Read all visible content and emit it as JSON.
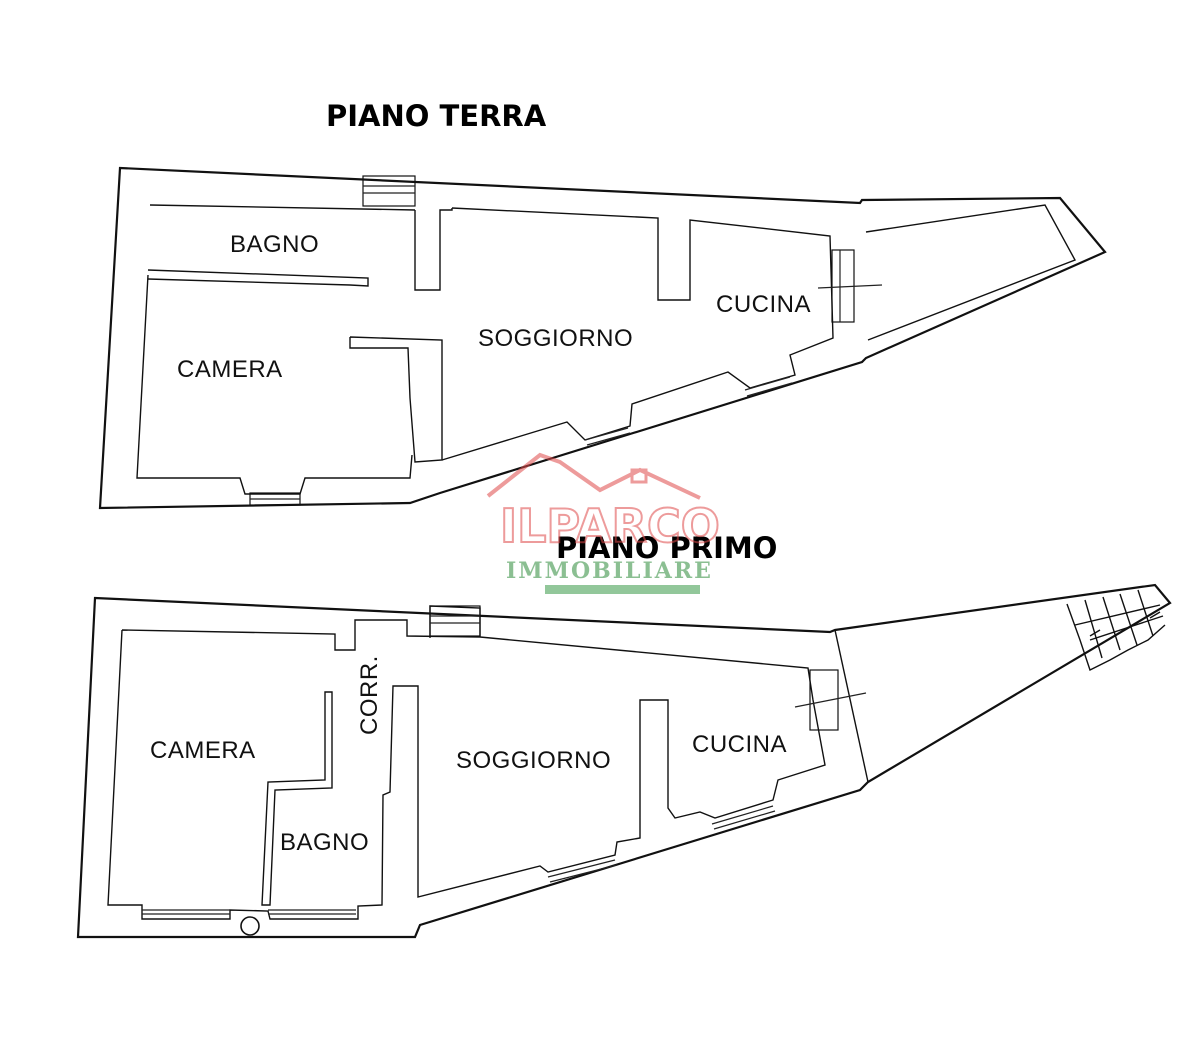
{
  "floors": [
    {
      "title": "PIANO TERRA",
      "rooms": [
        "BAGNO",
        "CAMERA",
        "SOGGIORNO",
        "CUCINA"
      ]
    },
    {
      "title": "PIANO PRIMO",
      "rooms": [
        "CAMERA",
        "CORR.",
        "BAGNO",
        "SOGGIORNO",
        "CUCINA"
      ]
    }
  ],
  "watermark": {
    "line1": "ILPARCO",
    "line2": "IMMOBILIARE",
    "red_color": "#e04a4a",
    "green_color": "#2e8b3a"
  },
  "colors": {
    "wall": "#111111",
    "background": "#ffffff"
  }
}
